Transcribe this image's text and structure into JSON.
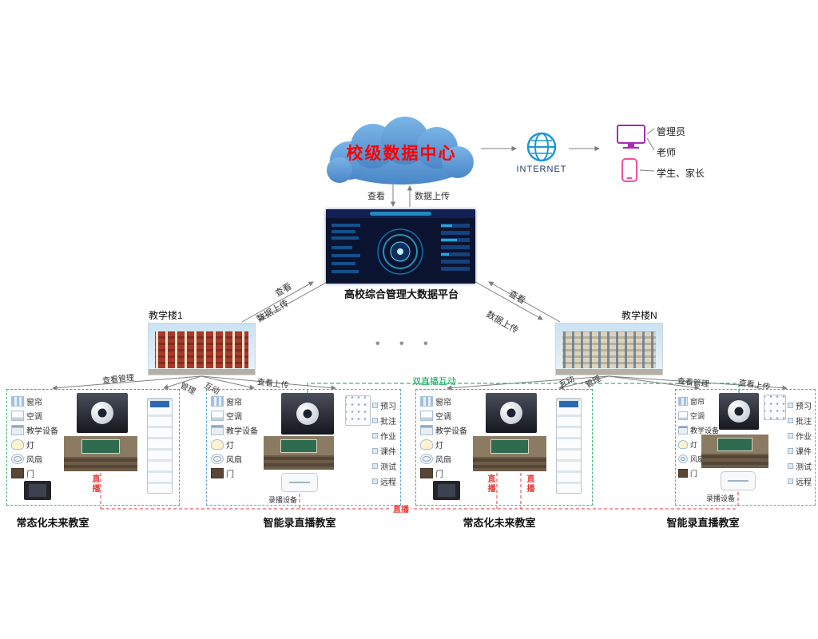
{
  "cloud": {
    "label": "校级数据中心"
  },
  "internet": {
    "label": "INTERNET"
  },
  "users": {
    "admin": "管理员",
    "teacher": "老师",
    "student_parent": "学生、家长"
  },
  "platform": {
    "label": "高校综合管理大数据平台",
    "link_view": "查看",
    "link_upload": "数据上传"
  },
  "building_links": {
    "view": "查看",
    "upload": "数据上传"
  },
  "buildings": {
    "left": "教学楼1",
    "right": "教学楼N"
  },
  "ellipsis": "•  •  •",
  "fanout": {
    "view_manage": "查看管理",
    "manage": "管理",
    "interact": "互动",
    "view_upload": "查看上传"
  },
  "annotations": {
    "dual_live": "双直播互动",
    "live": "直播"
  },
  "device_list": [
    "窗帘",
    "空调",
    "教学设备",
    "灯",
    "风扇",
    "门"
  ],
  "function_list": [
    "预习",
    "批注",
    "作业",
    "课件",
    "测试",
    "远程"
  ],
  "recorder_label": "录播设备",
  "classroom_labels": {
    "future": "常态化未来教室",
    "recording": "智能录直播教室"
  }
}
